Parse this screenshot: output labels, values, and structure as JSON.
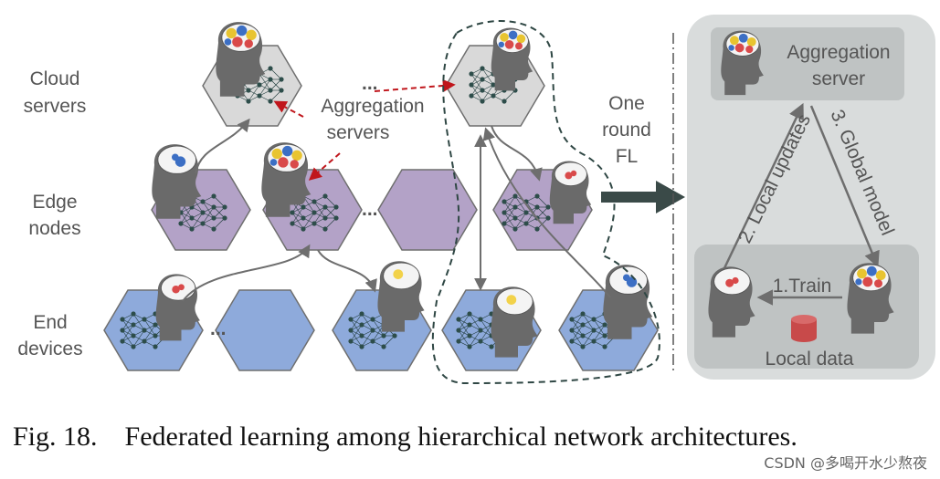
{
  "tiers": {
    "cloud": [
      "Cloud",
      "servers"
    ],
    "edge": [
      "Edge",
      "nodes"
    ],
    "end": [
      "End",
      "devices"
    ]
  },
  "aggregation_label": [
    "Aggregation",
    "servers"
  ],
  "ellipsis": "...",
  "one_round": [
    "One",
    "round",
    "FL"
  ],
  "panel": {
    "server_label": [
      "Aggregation",
      "server"
    ],
    "local_updates": "2. Local updates",
    "global_model": "3. Global model",
    "train": "1.Train",
    "local_data": "Local data"
  },
  "caption": {
    "fig": "Fig. 18.",
    "text": "Federated learning among hierarchical network architectures."
  },
  "watermark": "CSDN @多喝开水少熬夜",
  "colors": {
    "cloud_hex": "#d9d9d9",
    "edge_hex": "#b3a2c7",
    "end_hex": "#8eaadb",
    "panel": "#d9dcdc",
    "panel_box": "#bfc3c3",
    "arrow": "#6e6e6e",
    "red_arrow": "#c0161c",
    "dark_arrow": "#3a4a48",
    "head": "#6a6a6a"
  }
}
